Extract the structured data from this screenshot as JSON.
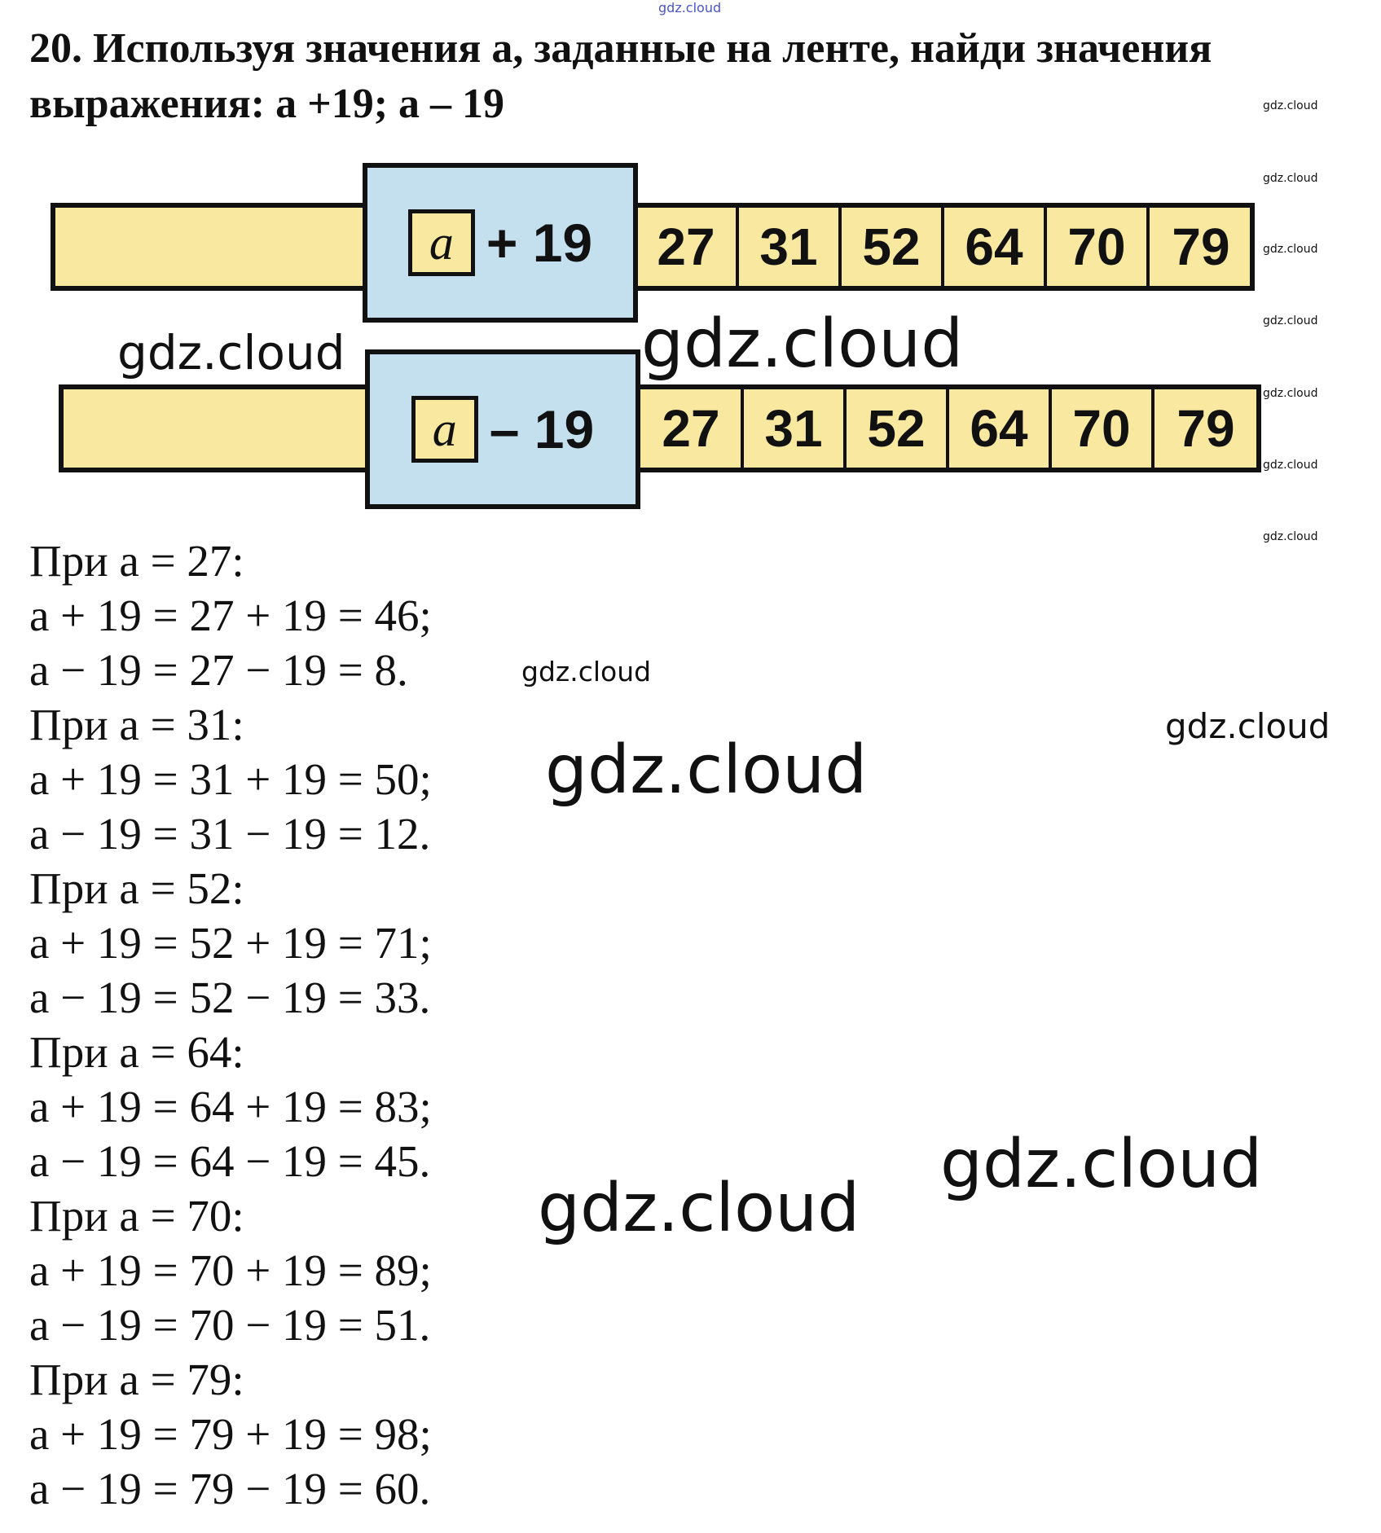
{
  "watermark": "gdz.cloud",
  "title": {
    "line1": "20. Используя значения а, заданные на ленте, найди значения",
    "line2": "выражения: а +19; а – 19"
  },
  "tapes": [
    {
      "variable": "a",
      "operation": "+ 19",
      "values": [
        "27",
        "31",
        "52",
        "64",
        "70",
        "79"
      ]
    },
    {
      "variable": "a",
      "operation": "– 19",
      "values": [
        "27",
        "31",
        "52",
        "64",
        "70",
        "79"
      ]
    }
  ],
  "solution": [
    "При а = 27:",
    "а + 19 = 27 + 19 = 46;",
    "а − 19 = 27 − 19 = 8.",
    "При а = 31:",
    "а + 19 = 31 + 19 = 50;",
    "а − 19 = 31 − 19 = 12.",
    "При а = 52:",
    "а + 19 = 52 + 19 = 71;",
    "а − 19 = 52 − 19 = 33.",
    "При а = 64:",
    "а + 19 = 64 + 19 = 83;",
    "а − 19 = 64 − 19 = 45.",
    "При а = 70:",
    "а + 19 = 70 + 19 = 89;",
    "а − 19 = 70 − 19 = 51.",
    "При а = 79:",
    "а + 19 = 79 + 19 = 98;",
    "а − 19 = 79 − 19 = 60."
  ]
}
